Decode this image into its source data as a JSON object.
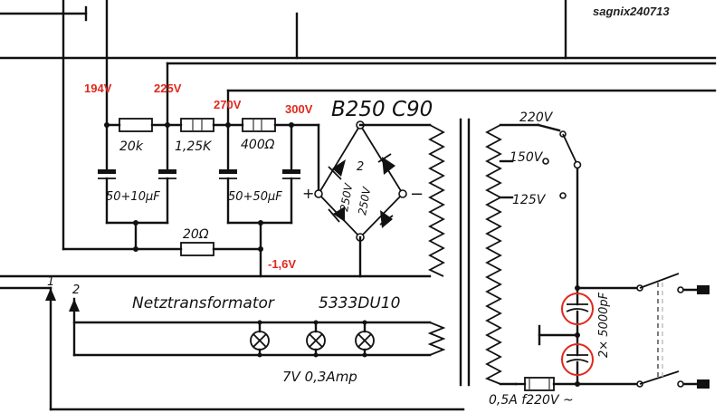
{
  "watermark": "sagnix240713",
  "rectifier": {
    "label": "B250 C90",
    "rating_top": "250V",
    "rating_bottom": "250V",
    "bridge_marker": "2",
    "plus": "+",
    "minus": "−"
  },
  "voltages": {
    "v194": "194V",
    "v225": "225V",
    "v270": "270V",
    "v300": "300V",
    "vneg": "-1,6V"
  },
  "resistors": {
    "r1": "20k",
    "r2": "1,25K",
    "r3": "400Ω",
    "r4": "20Ω"
  },
  "capacitors": {
    "c1": "50+10µF",
    "c2": "50+50µF",
    "c3": "2× 5000pF"
  },
  "transformer": {
    "name": "Netztransformator",
    "type": "5333DU10",
    "tap_220": "220V",
    "tap_150": "150V",
    "tap_125": "125V"
  },
  "lamps": {
    "spec": "7V 0,3Amp"
  },
  "fuse": {
    "spec": "0,5A  f220V ~"
  },
  "terminals": {
    "t1": "1",
    "t2": "2"
  },
  "colors": {
    "annotation": "#e0281c",
    "ink": "#111111",
    "background": "#ffffff"
  }
}
